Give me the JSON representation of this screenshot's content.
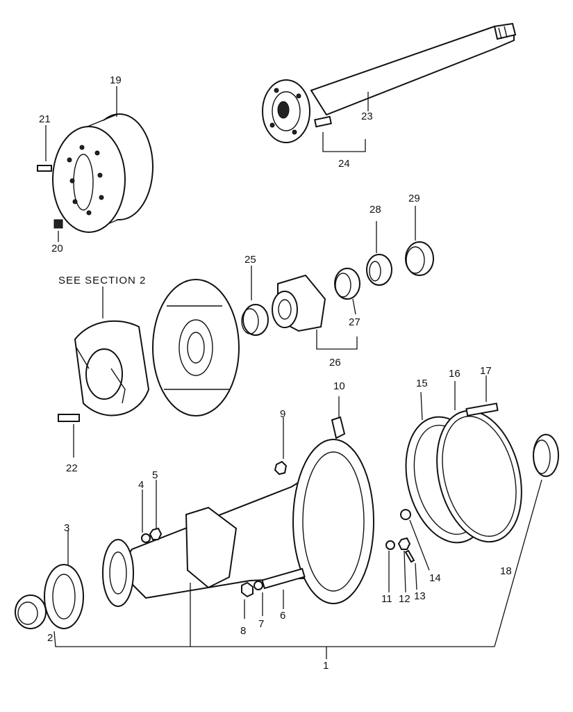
{
  "callouts": {
    "c1": "1",
    "c2": "2",
    "c3": "3",
    "c4": "4",
    "c5": "5",
    "c6": "6",
    "c7": "7",
    "c8": "8",
    "c9": "9",
    "c10": "10",
    "c11": "11",
    "c12": "12",
    "c13": "13",
    "c14": "14",
    "c15": "15",
    "c16": "16",
    "c17": "17",
    "c18": "18",
    "c19": "19",
    "c20": "20",
    "c21": "21",
    "c22": "22",
    "c23": "23",
    "c24": "24",
    "c25": "25",
    "c26": "26",
    "c27": "27",
    "c28": "28",
    "c29": "29"
  },
  "notes": {
    "see_section": "SEE SECTION 2"
  }
}
